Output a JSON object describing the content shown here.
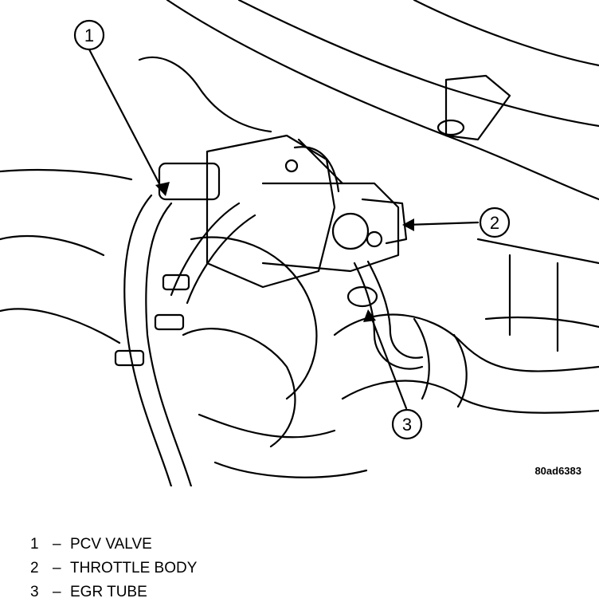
{
  "figure_code": "80ad6383",
  "callouts": [
    "1",
    "2",
    "3"
  ],
  "legend": [
    {
      "num": "1",
      "dash": "–",
      "label": "PCV VALVE"
    },
    {
      "num": "2",
      "dash": "–",
      "label": "THROTTLE BODY"
    },
    {
      "num": "3",
      "dash": "–",
      "label": "EGR TUBE"
    }
  ]
}
